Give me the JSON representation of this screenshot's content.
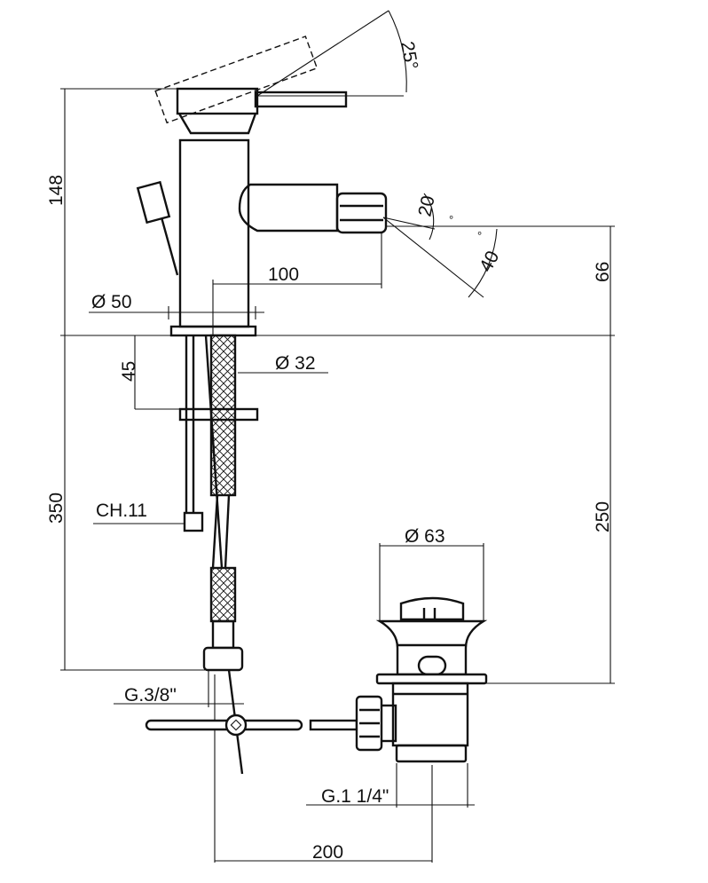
{
  "drawing": {
    "dimensions": {
      "height_top": "148",
      "height_bottom": "350",
      "spout_height": "66",
      "drain_height": "250",
      "lever_angle": "25°",
      "spray_angle_1": "20",
      "spray_angle_1_deg": "°",
      "spray_angle_2": "40",
      "spray_angle_2_deg": "°",
      "spout_reach": "100",
      "base_diameter": "Ø 50",
      "shank_diameter": "Ø 32",
      "max_deck_thickness": "45",
      "wrench_size": "CH.11",
      "drain_diameter": "Ø 63",
      "inlet_thread": "G.3/8\"",
      "drain_thread": "G.1 1/4\"",
      "drain_distance": "200"
    }
  }
}
